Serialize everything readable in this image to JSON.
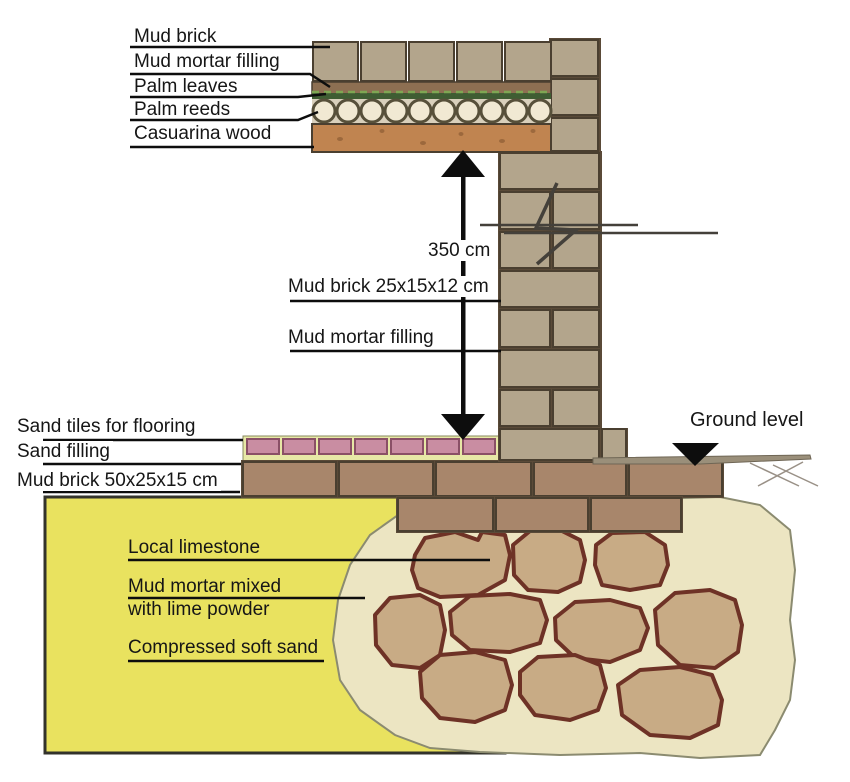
{
  "title": "Mud brick construction cross-section diagram",
  "labels": {
    "roof": {
      "mud_brick": "Mud brick",
      "mud_mortar_filling": "Mud mortar filling",
      "palm_leaves": "Palm leaves",
      "palm_reeds": "Palm reeds",
      "casuarina_wood": "Casuarina wood"
    },
    "wall": {
      "height_dimension": "350 cm",
      "mud_brick_size": "Mud brick 25x15x12 cm",
      "mud_mortar_filling": "Mud mortar filling"
    },
    "floor": {
      "sand_tiles": "Sand tiles for flooring",
      "sand_filling": "Sand filling",
      "mud_brick_size": "Mud brick 50x25x15 cm"
    },
    "foundation": {
      "local_limestone": "Local limestone",
      "mud_mortar_mixed_line1": "Mud mortar mixed",
      "mud_mortar_mixed_line2": "with lime powder",
      "compressed_soft_sand": "Compressed soft sand"
    },
    "ground_level": "Ground level"
  },
  "colors": {
    "sand_yellow": "#e9e25f",
    "sand_pale": "#e7e8a6",
    "tile_pink": "#c98da2",
    "wall_brick": "#b3a58c",
    "floor_brick": "#a8866b",
    "wood": "#c08450",
    "palm_green": "#3f5d33",
    "reed_band": "#d9d0bc",
    "reed_fill": "#f1e9d3",
    "mortar_band": "#8d6f52",
    "limestone": "#c8ab85",
    "mortar_lime": "#ece5c2",
    "ink": "#0d0d0d"
  }
}
